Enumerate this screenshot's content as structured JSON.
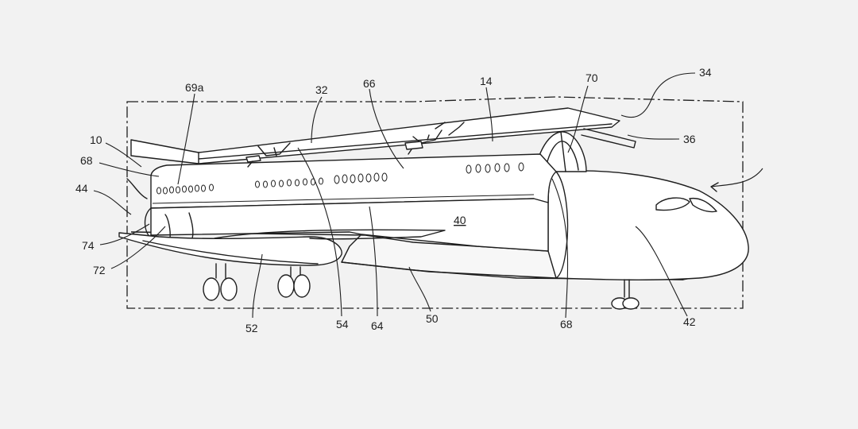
{
  "labels": {
    "l10": "10",
    "l68a": "68",
    "l44": "44",
    "l74": "74",
    "l72": "72",
    "l69a": "69a",
    "l32": "32",
    "l66": "66",
    "l14": "14",
    "l70": "70",
    "l34": "34",
    "l36": "36",
    "l40": "40",
    "l52": "52",
    "l54": "54",
    "l64": "64",
    "l50": "50",
    "l68b": "68",
    "l42": "42"
  }
}
